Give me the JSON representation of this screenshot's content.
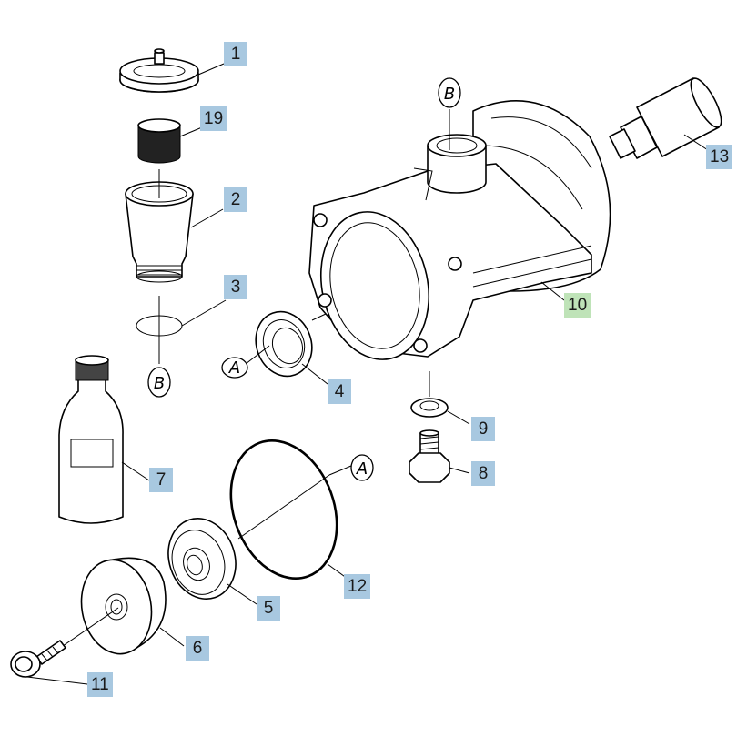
{
  "callouts": [
    {
      "id": "p1",
      "label": "1"
    },
    {
      "id": "p19",
      "label": "19"
    },
    {
      "id": "p2",
      "label": "2"
    },
    {
      "id": "p3",
      "label": "3"
    },
    {
      "id": "p4",
      "label": "4"
    },
    {
      "id": "p5",
      "label": "5"
    },
    {
      "id": "p6",
      "label": "6"
    },
    {
      "id": "p7",
      "label": "7"
    },
    {
      "id": "p8",
      "label": "8"
    },
    {
      "id": "p9",
      "label": "9"
    },
    {
      "id": "p10",
      "label": "10"
    },
    {
      "id": "p11",
      "label": "11"
    },
    {
      "id": "p12",
      "label": "12"
    },
    {
      "id": "p13",
      "label": "13"
    }
  ],
  "references": {
    "a": "A",
    "b": "B"
  },
  "colors": {
    "callout_bg": "#a8c8e0",
    "callout_main_bg": "#bfe3b8"
  }
}
